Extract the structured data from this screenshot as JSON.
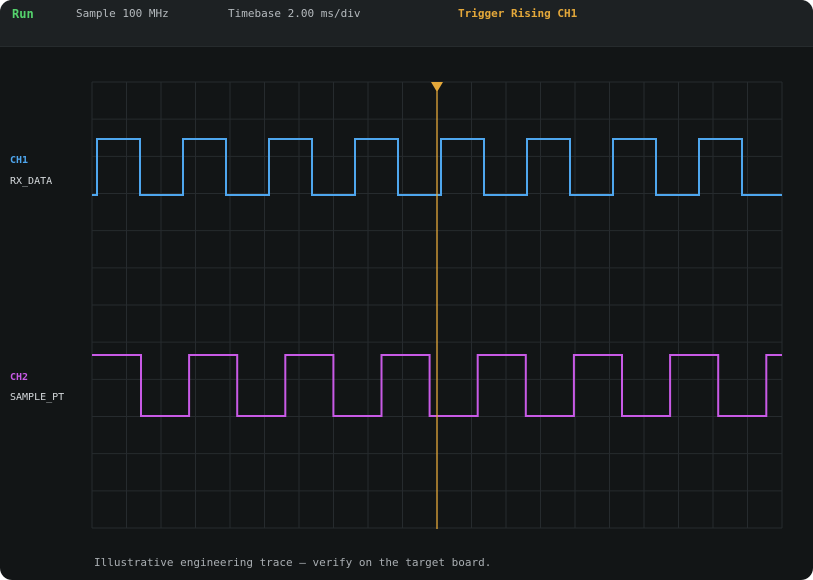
{
  "status": {
    "run_state": "Run",
    "sample": "Sample 100 MHz",
    "timebase": "Timebase 2.00 ms/div",
    "trigger": "Trigger Rising CH1"
  },
  "channels": [
    {
      "id": "CH1",
      "name": "RX_DATA",
      "color": "#4ea6ee"
    },
    {
      "id": "CH2",
      "name": "SAMPLE_PT",
      "color": "#c85ae6"
    }
  ],
  "trigger_color": "#e4a83a",
  "footer_note": "Illustrative engineering trace — verify on the target board."
}
